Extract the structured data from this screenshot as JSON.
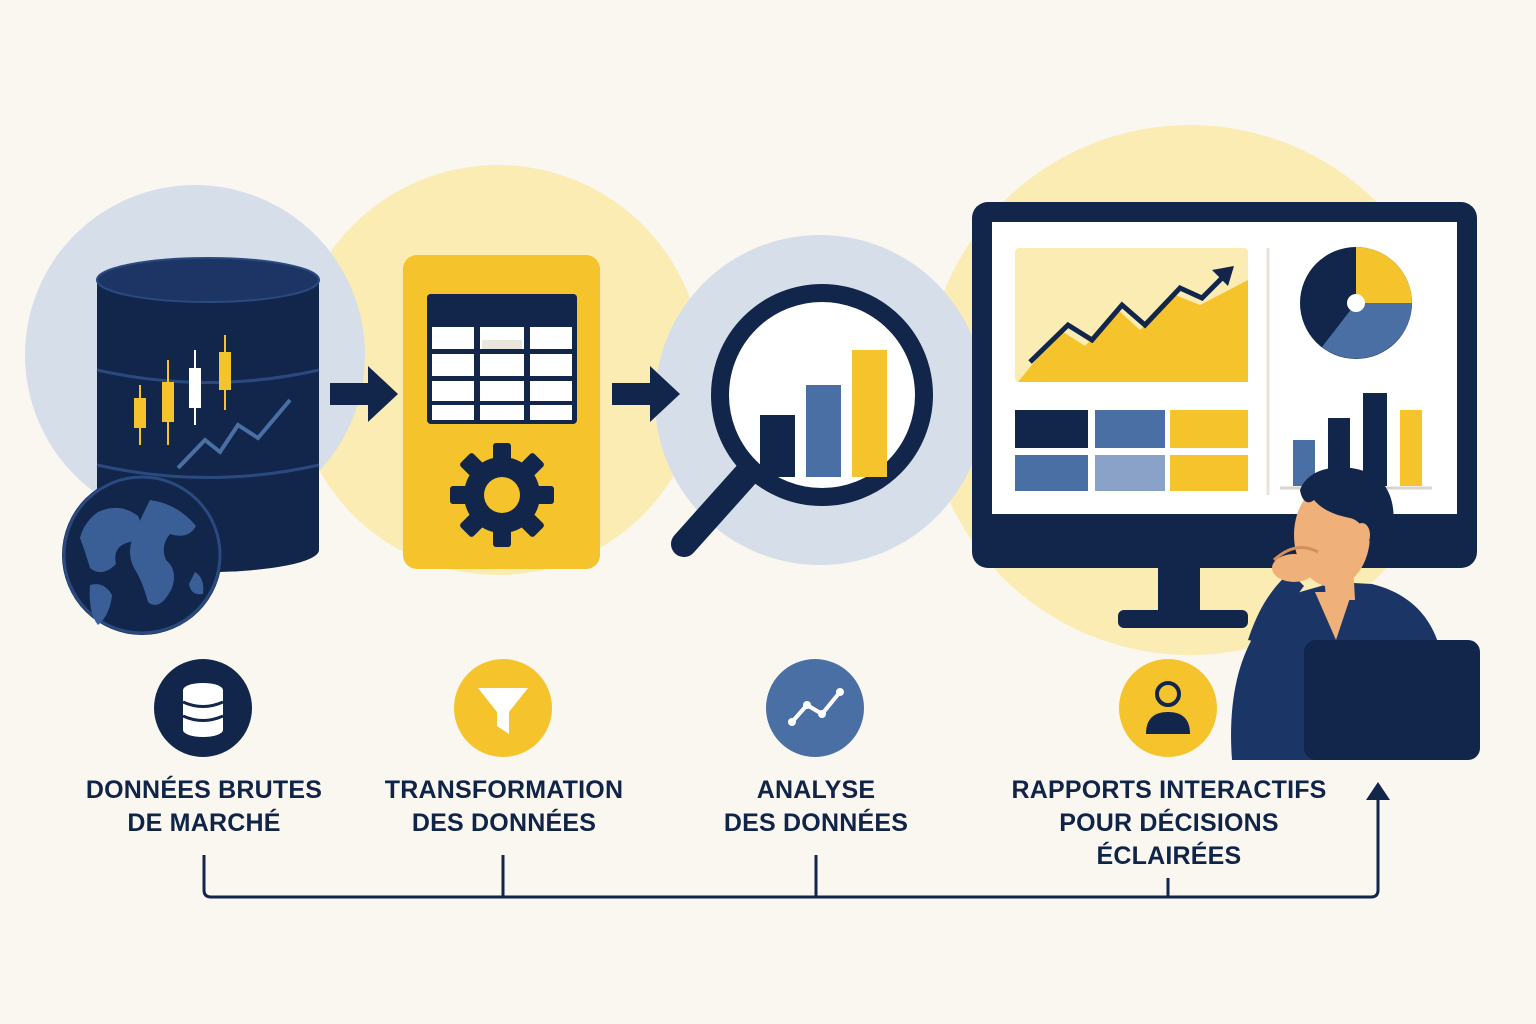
{
  "colors": {
    "navy": "#11264a",
    "blue": "#4a6fa5",
    "light_blue": "#d6deea",
    "yellow": "#f5c32c",
    "light_yellow": "#fbecb3",
    "background": "#faf7f1",
    "skin": "#f0b07a"
  },
  "stages": [
    {
      "id": "raw-data",
      "illustration": "database-cylinder-with-candlestick-chart-and-globe",
      "icon": "database-icon",
      "label_lines": [
        "DONNÉES BRUTES",
        "DE MARCHÉ"
      ]
    },
    {
      "id": "transformation",
      "illustration": "yellow-panel-with-table-and-gear",
      "icon": "funnel-icon",
      "label_lines": [
        "TRANSFORMATION",
        "DES DONNÉES"
      ]
    },
    {
      "id": "analysis",
      "illustration": "magnifying-glass-over-bar-chart",
      "icon": "line-chart-icon",
      "label_lines": [
        "ANALYSE",
        "DES DONNÉES"
      ]
    },
    {
      "id": "reports",
      "illustration": "monitor-dashboard-with-person-thinking",
      "icon": "user-icon",
      "label_lines": [
        "RAPPORTS INTERACTIFS",
        "POUR DÉCISIONS",
        "ÉCLAIRÉES"
      ]
    }
  ]
}
